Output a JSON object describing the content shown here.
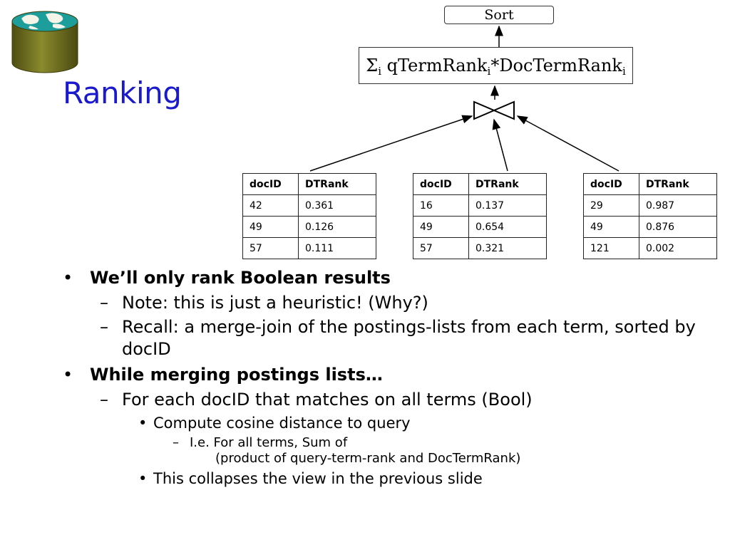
{
  "slide": {
    "title": "Ranking"
  },
  "diagram": {
    "sort_label": "Sort",
    "formula": {
      "sigma": "Σ",
      "sub": "i",
      "part1": " qTermRank",
      "part2": "*DocTermRank"
    },
    "join_symbol": "bowtie-join-icon",
    "tables": [
      {
        "headers": [
          "docID",
          "DTRank"
        ],
        "rows": [
          [
            "42",
            "0.361"
          ],
          [
            "49",
            "0.126"
          ],
          [
            "57",
            "0.111"
          ]
        ]
      },
      {
        "headers": [
          "docID",
          "DTRank"
        ],
        "rows": [
          [
            "16",
            "0.137"
          ],
          [
            "49",
            "0.654"
          ],
          [
            "57",
            "0.321"
          ]
        ]
      },
      {
        "headers": [
          "docID",
          "DTRank"
        ],
        "rows": [
          [
            "29",
            "0.987"
          ],
          [
            "49",
            "0.876"
          ],
          [
            "121",
            "0.002"
          ]
        ]
      }
    ]
  },
  "bullets": {
    "b1": "We’ll only rank Boolean results",
    "b1_1": "Note: this is just a heuristic! (Why?)",
    "b1_2": "Recall: a merge-join of the postings-lists from each term, sorted by docID",
    "b2": "While merging postings lists…",
    "b2_1": "For each docID that matches on all terms (Bool)",
    "b2_1_1": "Compute cosine distance to query",
    "b2_1_1_1_line1": "I.e. For all terms, Sum of",
    "b2_1_1_1_line2": "(product of query-term-rank and DocTermRank)",
    "b2_1_2": "This collapses the view in the previous slide"
  },
  "colors": {
    "title": "#1a1acc",
    "logo_top": "#2aa6a0",
    "logo_body": "#6b6b1f"
  }
}
